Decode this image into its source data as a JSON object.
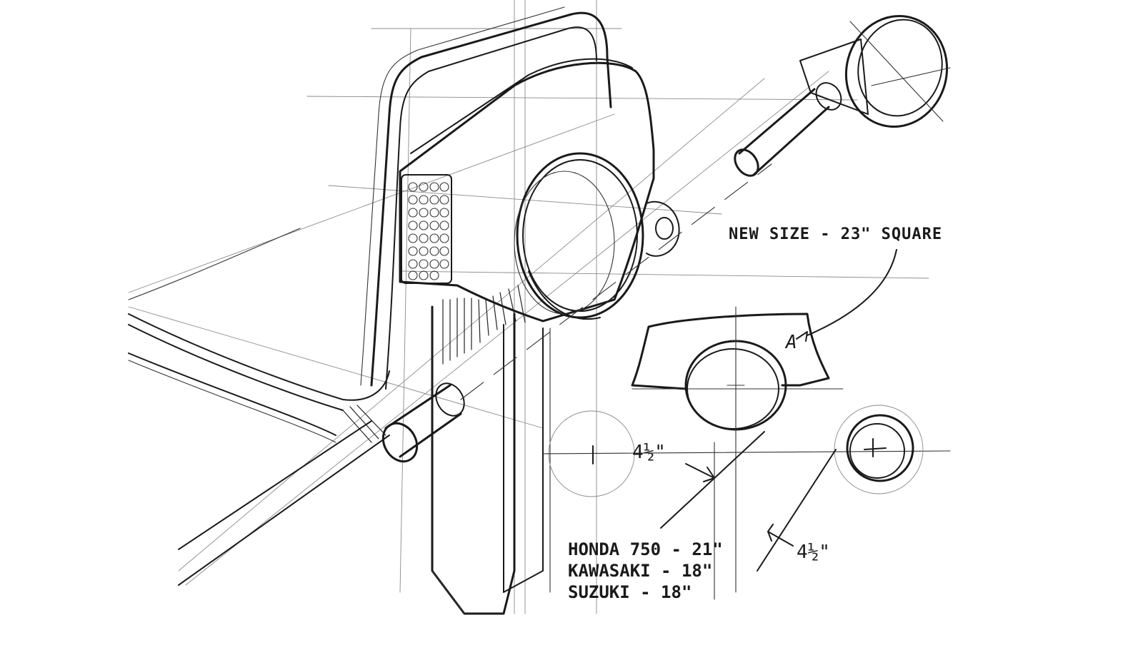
{
  "annotations": {
    "new_size": "NEW SIZE - 23\" SQUARE",
    "dim_left": "4½\"",
    "dim_right": "4½\"",
    "spec_lines": [
      "HONDA 750 - 21\"",
      "KAWASAKI - 18\"",
      "SUZUKI - 18\""
    ],
    "area_mark": "A"
  },
  "colors": {
    "ink": "#1a1a1a",
    "paper": "#ffffff"
  }
}
